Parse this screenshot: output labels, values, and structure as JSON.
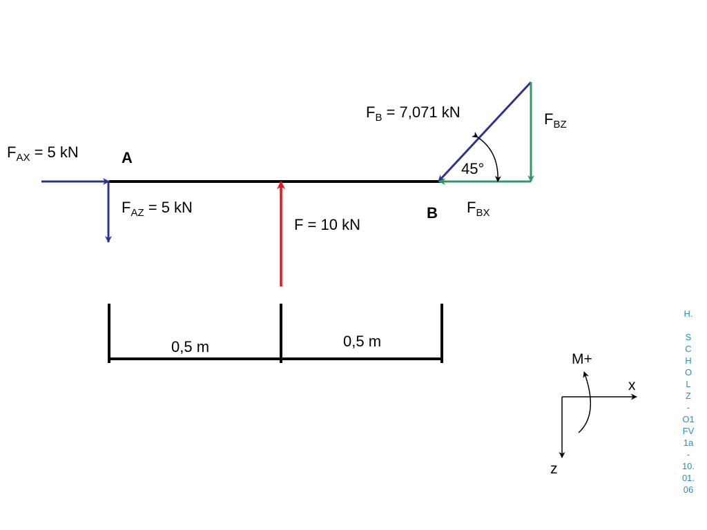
{
  "colors": {
    "beam": "#000000",
    "support_forces": "#2e3192",
    "applied_force": "#e8131b",
    "components": "#2f9965",
    "credit_text": "#2b8fb3"
  },
  "labels": {
    "fax_main": "F",
    "fax_sub": "AX",
    "fax_value": " = 5 kN",
    "point_a": "A",
    "faz_main": "F",
    "faz_sub": "AZ",
    "faz_value": " = 5 kN",
    "f_value": "F =  10 kN",
    "point_b": "B",
    "fb_main": "F",
    "fb_sub": "B",
    "fb_value": " = 7,071 kN",
    "fbz_main": "F",
    "fbz_sub": "BZ",
    "fbx_main": "F",
    "fbx_sub": "BX",
    "angle": "45°",
    "dim_left": "0,5 m",
    "dim_right": "0,5 m"
  },
  "coordinate_system": {
    "moment_label": "M+",
    "x_label": "x",
    "z_label": "z"
  },
  "credit_lines": [
    "H.",
    "",
    "S",
    "C",
    "H",
    "O",
    "L",
    "Z",
    "-",
    "O1",
    "FV",
    "1a",
    "-",
    "10.",
    "01.",
    "06"
  ]
}
